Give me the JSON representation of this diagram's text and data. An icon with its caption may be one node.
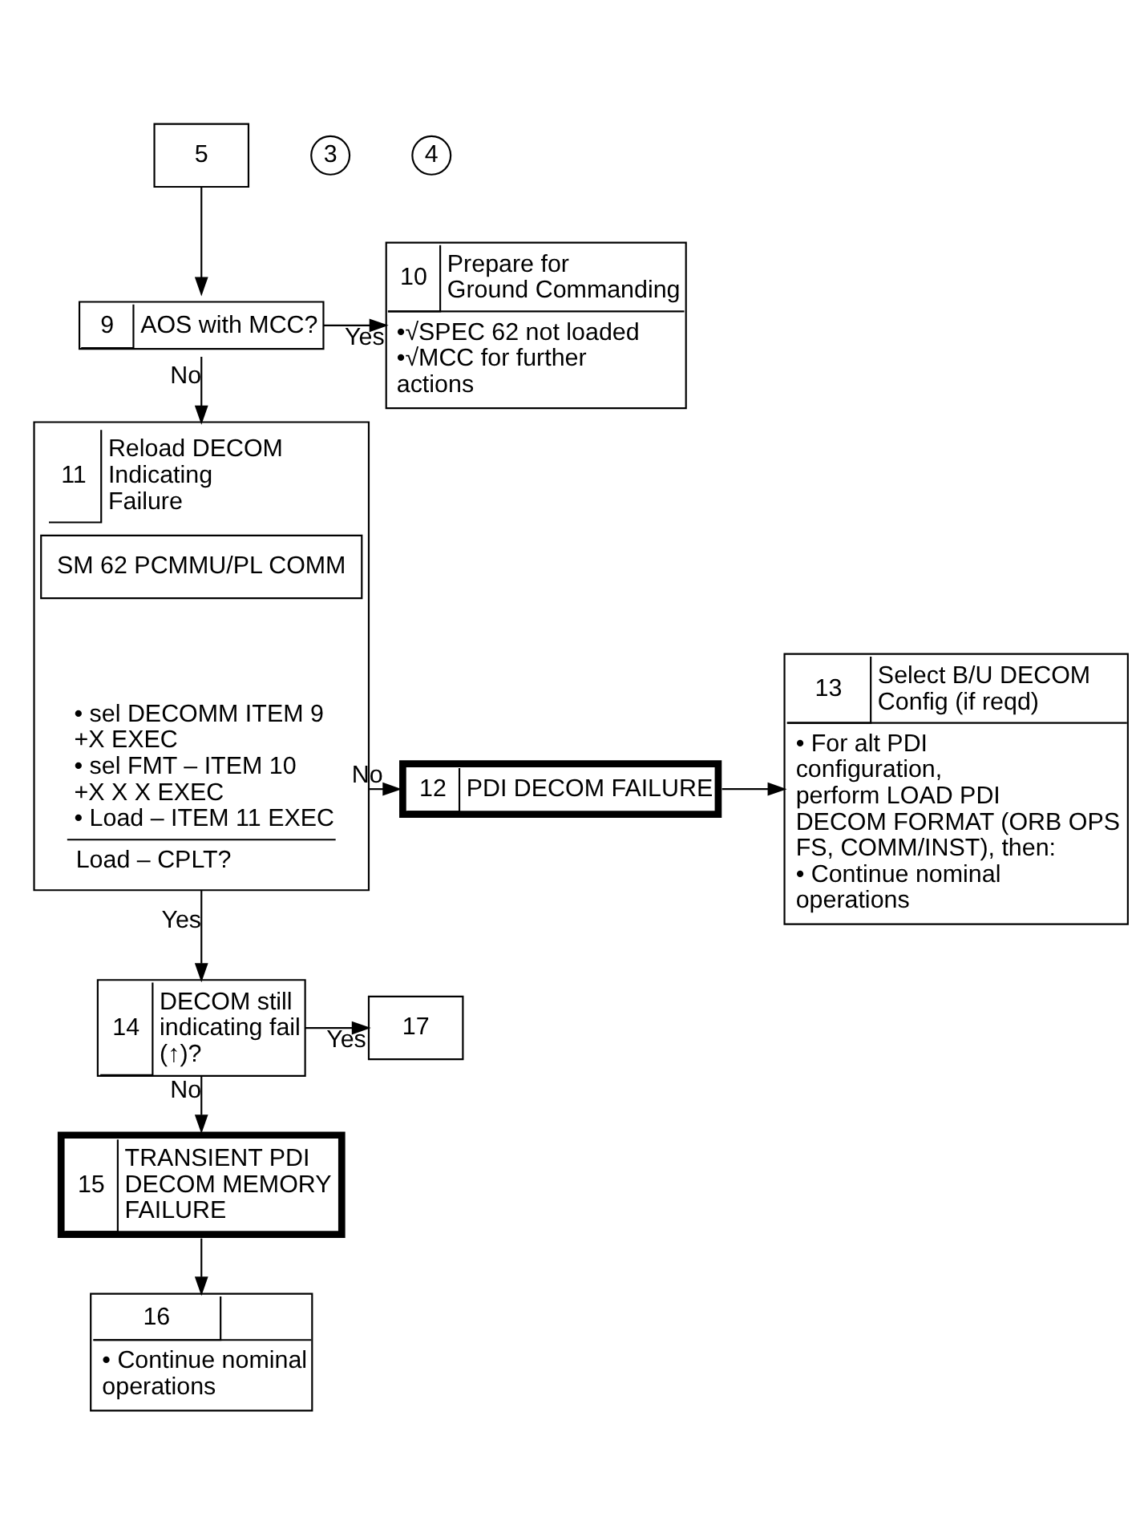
{
  "diagram": {
    "nodes": [
      {
        "text": [
          "5"
        ]
      },
      {
        "text": [
          "9",
          "AOS with MCC?"
        ]
      },
      {
        "text": [
          "10",
          "Prepare for Ground Commanding",
          "•√SPEC 62 not loaded",
          "•√MCC for further actions"
        ]
      },
      {
        "text": [
          "3"
        ]
      },
      {
        "text": [
          "4"
        ]
      },
      {
        "text": [
          "11",
          "Reload DECOM Indicating Failure",
          "• sel DECOMM ITEM 9 +X EXEC",
          "• sel FMT – ITEM 10 +X X X EXEC",
          "• Load – ITEM 11 EXEC",
          "Load – CPLT?"
        ]
      },
      {
        "text": [
          "SM 62 PCMMU/PL COMM"
        ],
        "in": 5
      },
      {
        "text": [
          "12",
          "PDI DECOM FAILURE"
        ]
      },
      {
        "text": [
          "13",
          "Select B/U DECOM Config (if reqd)",
          "• For alt PDI configuration, perform LOAD PDI DECOM FORMAT (ORB OPS FS, COMM/INST), then:",
          "• Continue nominal operations"
        ]
      },
      {
        "text": [
          "14",
          "DECOM still indicating fail (↑)?"
        ]
      },
      {
        "text": [
          "17"
        ]
      },
      {
        "text": [
          "15",
          "TRANSIENT PDI DECOM MEMORY FAILURE"
        ]
      },
      {
        "text": [
          "16",
          "• Continue nominal operations"
        ]
      }
    ],
    "edges": [
      {
        "from": 0,
        "to": 1,
        "arrow": "to"
      },
      {
        "from": 1,
        "to": 2,
        "arrow": "to",
        "label": "Yes"
      },
      {
        "from": 1,
        "to": 5,
        "arrow": "to",
        "label": "No"
      },
      {
        "from": 5,
        "to": 7,
        "arrow": "to",
        "label": "No"
      },
      {
        "from": 7,
        "to": 8,
        "arrow": "to"
      },
      {
        "from": 5,
        "to": 9,
        "arrow": "to",
        "label": "Yes"
      },
      {
        "from": 9,
        "to": 10,
        "arrow": "to",
        "label": "Yes"
      },
      {
        "from": 9,
        "to": 11,
        "arrow": "to",
        "label": "No"
      },
      {
        "from": 11,
        "to": 12,
        "arrow": "to"
      }
    ]
  }
}
